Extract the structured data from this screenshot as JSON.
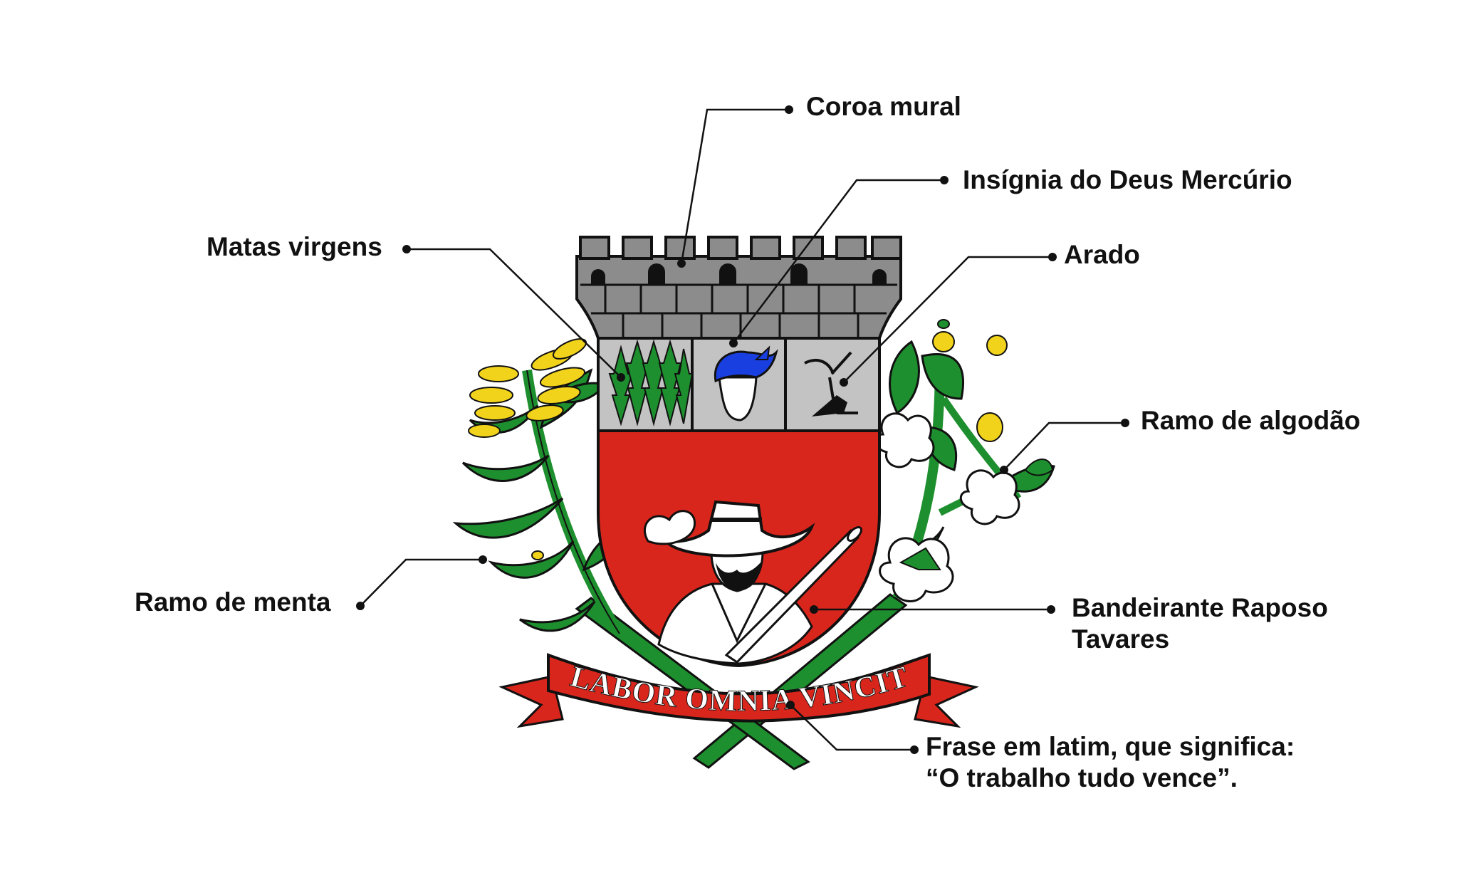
{
  "motto": "LABOR OMNIA VINCIT",
  "labels": {
    "coroa": "Coroa mural",
    "insignia": "Insígnia do Deus Mercúrio",
    "matas": "Matas virgens",
    "arado": "Arado",
    "algodao": "Ramo de algodão",
    "menta": "Ramo de menta",
    "bandeirante_1": "Bandeirante Raposo",
    "bandeirante_2": "Tavares",
    "frase_1": "Frase em latim, que significa:",
    "frase_2": "“O trabalho tudo vence”."
  },
  "colors": {
    "shield_red": "#d9261c",
    "chief_gray": "#c3c3c3",
    "crown_gray": "#8c8c8c",
    "leaf_green": "#1e8f2e",
    "flower_yellow": "#f2d31b",
    "helmet_blue": "#1a3fe0",
    "ink": "#111111"
  }
}
